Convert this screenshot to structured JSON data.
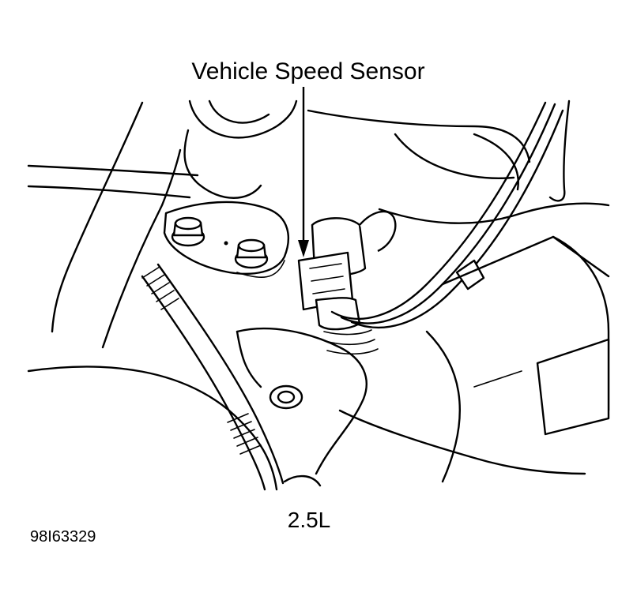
{
  "diagram": {
    "callout_label": "Vehicle Speed Sensor",
    "caption": "2.5L",
    "figure_id": "98I63329"
  }
}
